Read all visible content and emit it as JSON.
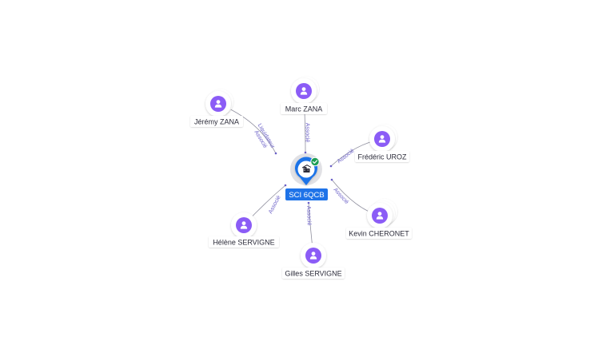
{
  "center": {
    "name": "SCI 6QCB",
    "icon": "building-icon",
    "status_icon": "check-badge-icon",
    "color": "#1f73e8",
    "status_color": "#1e9e55"
  },
  "persons": [
    {
      "name": "Jérémy ZANA",
      "roles": [
        "Liquidateur",
        "Associé"
      ]
    },
    {
      "name": "Marc ZANA",
      "roles": [
        "Associé"
      ]
    },
    {
      "name": "Frédéric UROZ",
      "roles": [
        "Associé"
      ]
    },
    {
      "name": "Kevin CHERONET",
      "roles": [
        "Associé"
      ]
    },
    {
      "name": "Gilles SERVIGNE",
      "roles": [
        "Associé"
      ]
    },
    {
      "name": "Hélène SERVIGNE",
      "roles": [
        "Associé"
      ]
    }
  ],
  "person_icon": "person-icon",
  "person_color": "#8b5cf6"
}
